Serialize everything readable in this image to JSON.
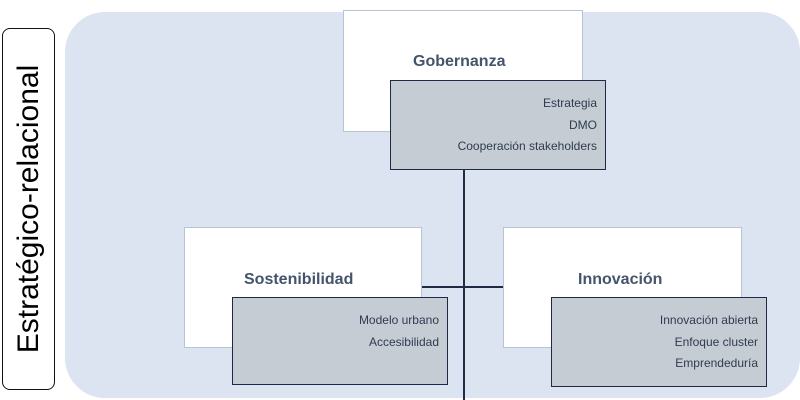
{
  "side_label": "Estratégico-relacional",
  "governance": {
    "title": "Gobernanza",
    "items": [
      "Estrategia",
      "DMO",
      "Cooperación stakeholders"
    ]
  },
  "sustainability": {
    "title": "Sostenibilidad",
    "items": [
      "Modelo urbano",
      "Accesibilidad"
    ]
  },
  "innovation": {
    "title": "Innovación",
    "items": [
      "Innovación abierta",
      "Enfoque cluster",
      "Emprendeduría"
    ]
  }
}
